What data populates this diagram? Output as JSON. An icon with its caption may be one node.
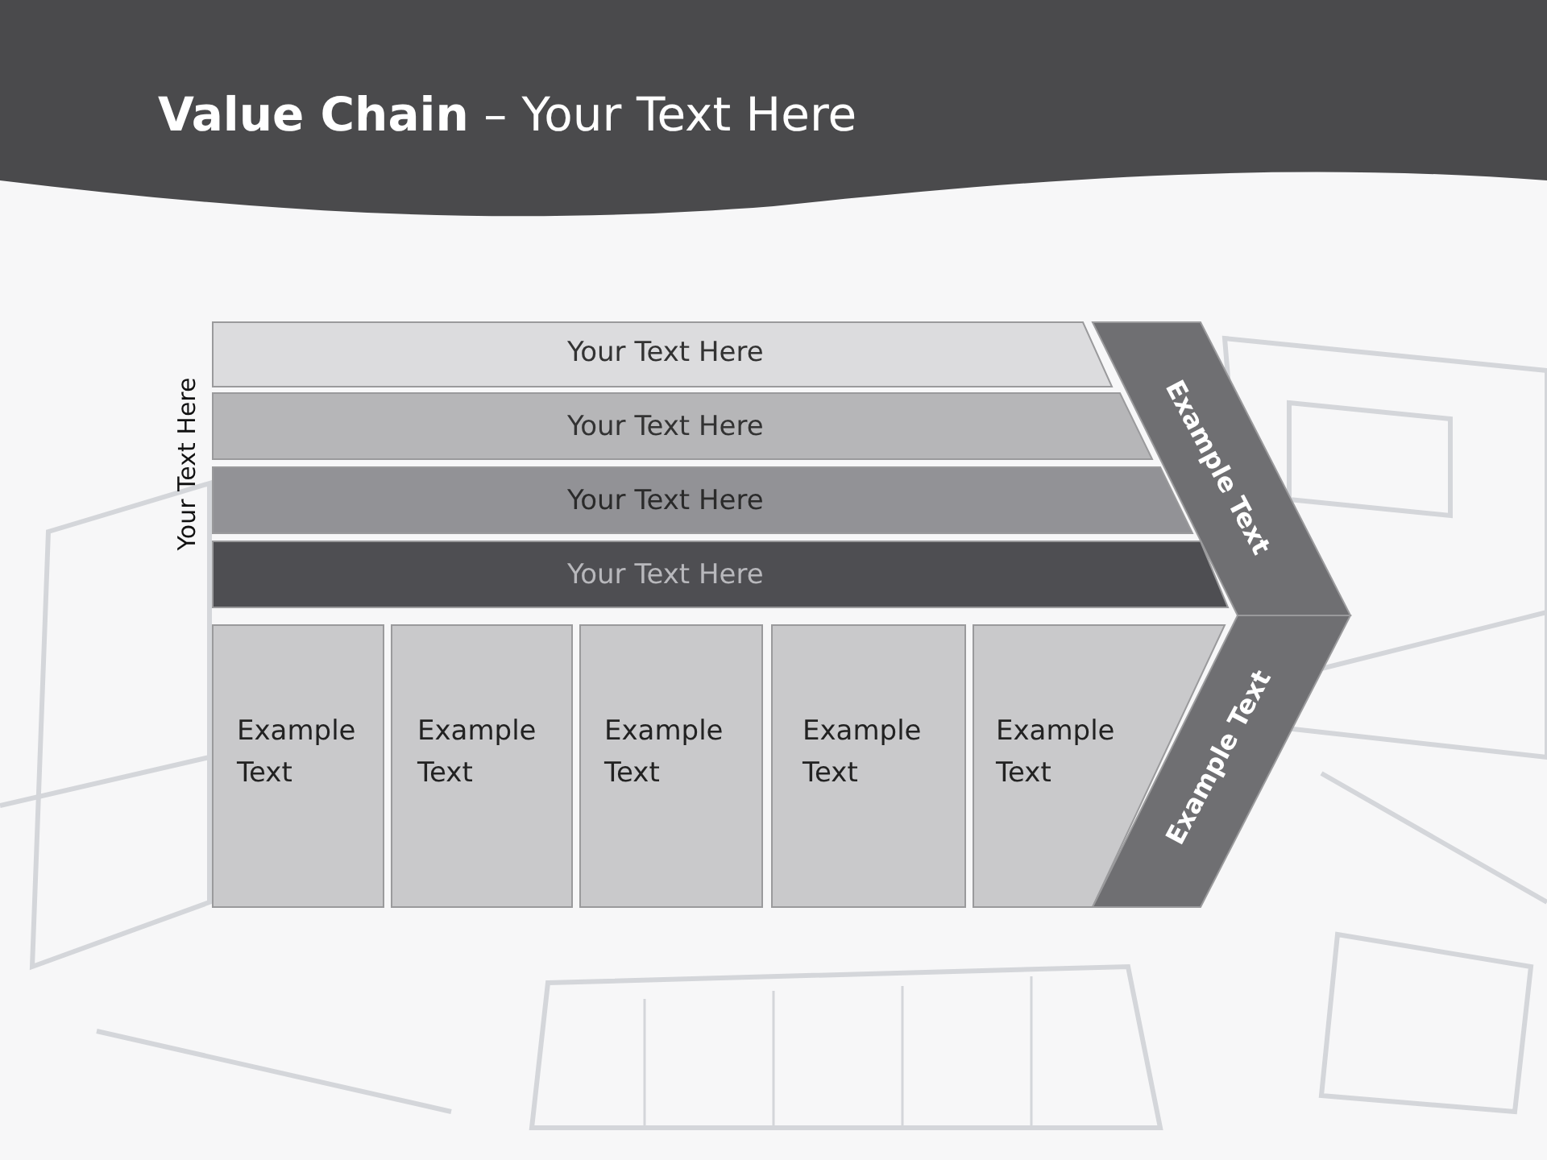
{
  "diagram": {
    "title": "**Value Chain** – Your Text Here",
    "nodes": [
      {
        "text": [
          "Your Text Here"
        ]
      },
      {
        "text": [
          "Your Text Here"
        ]
      },
      {
        "text": [
          "Your Text Here"
        ]
      },
      {
        "text": [
          "Your Text Here"
        ]
      },
      {
        "text": [
          "Example Text"
        ]
      },
      {
        "text": [
          "Example Text"
        ]
      },
      {
        "text": [
          "Example Text"
        ]
      },
      {
        "text": [
          "Example Text"
        ]
      },
      {
        "text": [
          "Example Text"
        ]
      },
      {
        "text": [
          "Example Text"
        ]
      },
      {
        "text": [
          "Example Text"
        ]
      }
    ],
    "labels": [
      "Your Text Here"
    ]
  }
}
